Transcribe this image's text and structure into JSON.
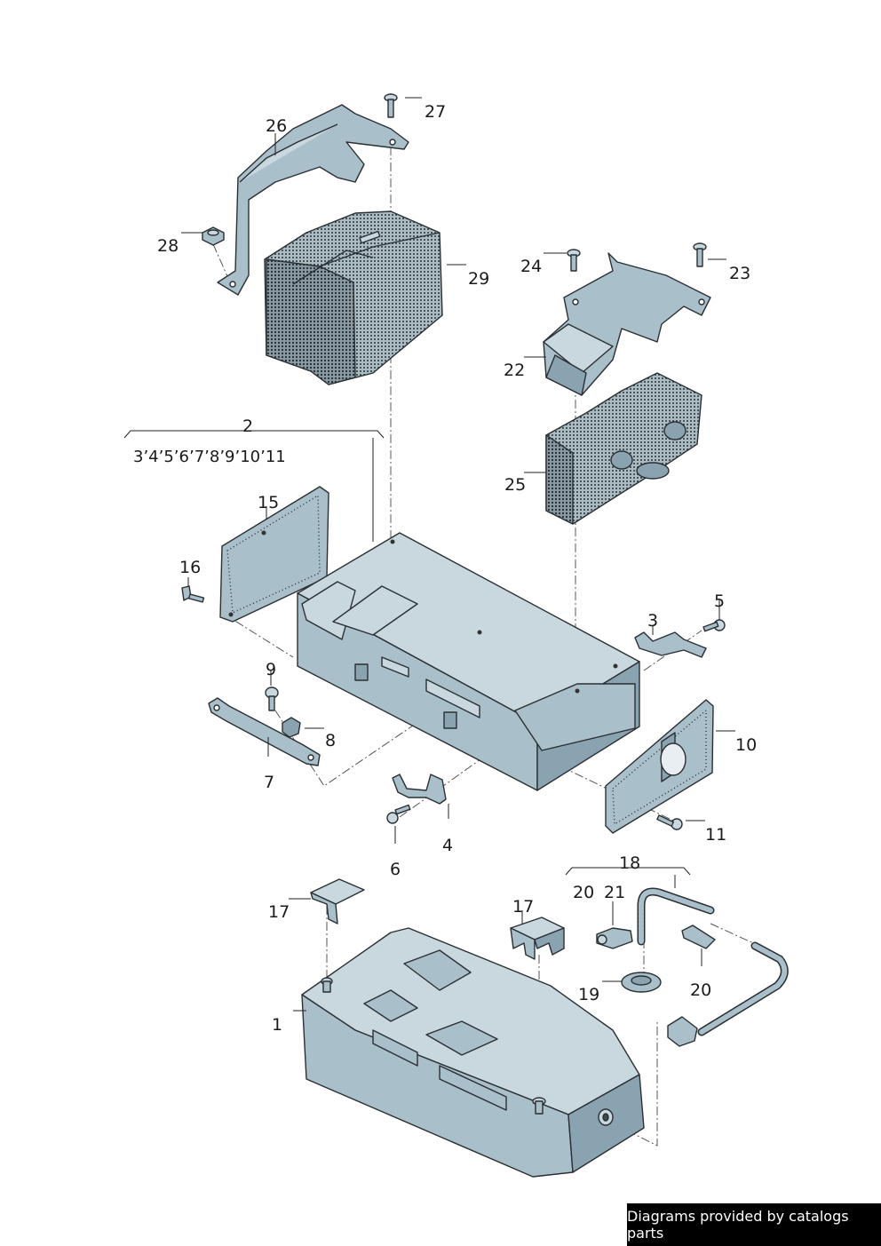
{
  "footer": {
    "text": "Diagrams provided by catalogs parts"
  },
  "colors": {
    "metal": "#a9bfca",
    "foam": "#8fa2ab",
    "outline": "#2a2f33"
  },
  "callouts": {
    "c1": "1",
    "c2": "2",
    "c2_sub": "3’4’5’6’7’8’9’10’11",
    "c3": "3",
    "c4": "4",
    "c5": "5",
    "c6": "6",
    "c7": "7",
    "c8": "8",
    "c9": "9",
    "c10": "10",
    "c11": "11",
    "c15": "15",
    "c16": "16",
    "c17a": "17",
    "c17b": "17",
    "c18": "18",
    "c19": "19",
    "c20a": "20",
    "c20b": "20",
    "c21": "21",
    "c22": "22",
    "c23": "23",
    "c24": "24",
    "c25": "25",
    "c26": "26",
    "c27": "27",
    "c28": "28",
    "c29": "29"
  }
}
